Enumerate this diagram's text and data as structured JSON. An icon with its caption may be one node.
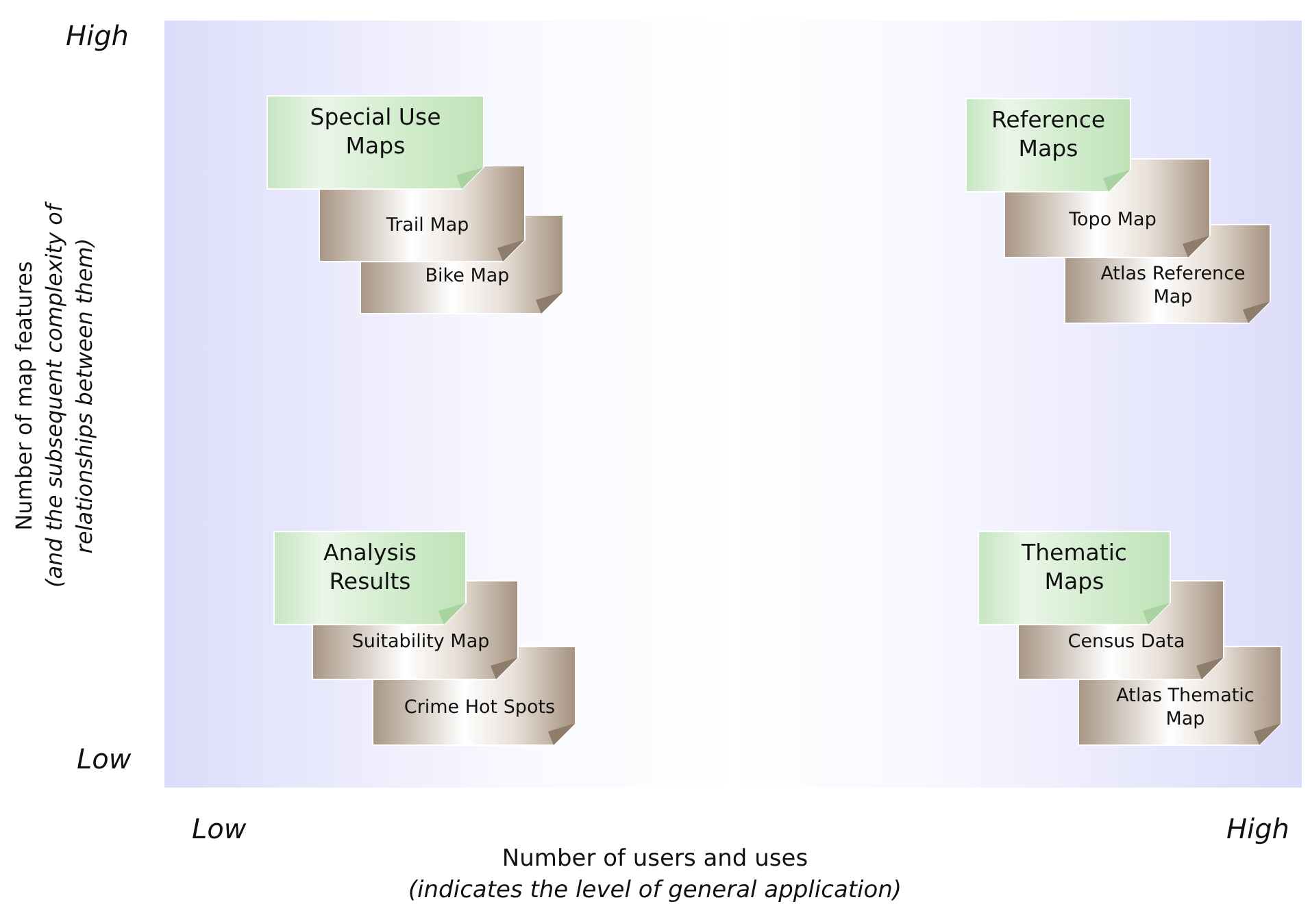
{
  "diagram": {
    "nodes": [
      {
        "text": [
          "Special Use Maps"
        ]
      },
      {
        "text": [
          "Trail Map"
        ]
      },
      {
        "text": [
          "Bike Map"
        ]
      },
      {
        "text": [
          "Reference Maps"
        ]
      },
      {
        "text": [
          "Topo Map"
        ]
      },
      {
        "text": [
          "Atlas Reference Map"
        ]
      },
      {
        "text": [
          "Analysis Results"
        ]
      },
      {
        "text": [
          "Suitability Map"
        ]
      },
      {
        "text": [
          "Crime Hot Spots"
        ]
      },
      {
        "text": [
          "Thematic Maps"
        ]
      },
      {
        "text": [
          "Census Data"
        ]
      },
      {
        "text": [
          "Atlas Thematic Map"
        ]
      }
    ],
    "labels": [
      "High",
      "Number of map features",
      "(and the subsequent complexity of relationships between them)",
      "Low",
      "Low",
      "High",
      "Number of users and uses",
      "(indicates the level of general application)"
    ]
  }
}
